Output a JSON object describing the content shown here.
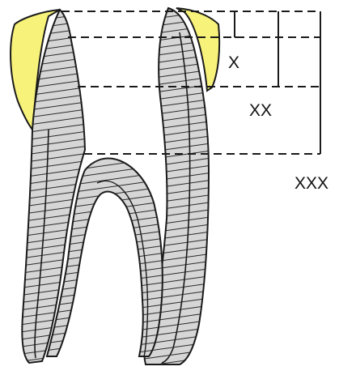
{
  "labels": {
    "x": "X",
    "xx": "XX",
    "xxx": "XXX"
  },
  "colors": {
    "enamel": "#f7f27a",
    "dentin": "#d6d6d6",
    "hatch": "#2a2a2a",
    "outline": "#1a1a1a",
    "measurement_lines": "#1a1a1a",
    "background": "#ffffff"
  }
}
